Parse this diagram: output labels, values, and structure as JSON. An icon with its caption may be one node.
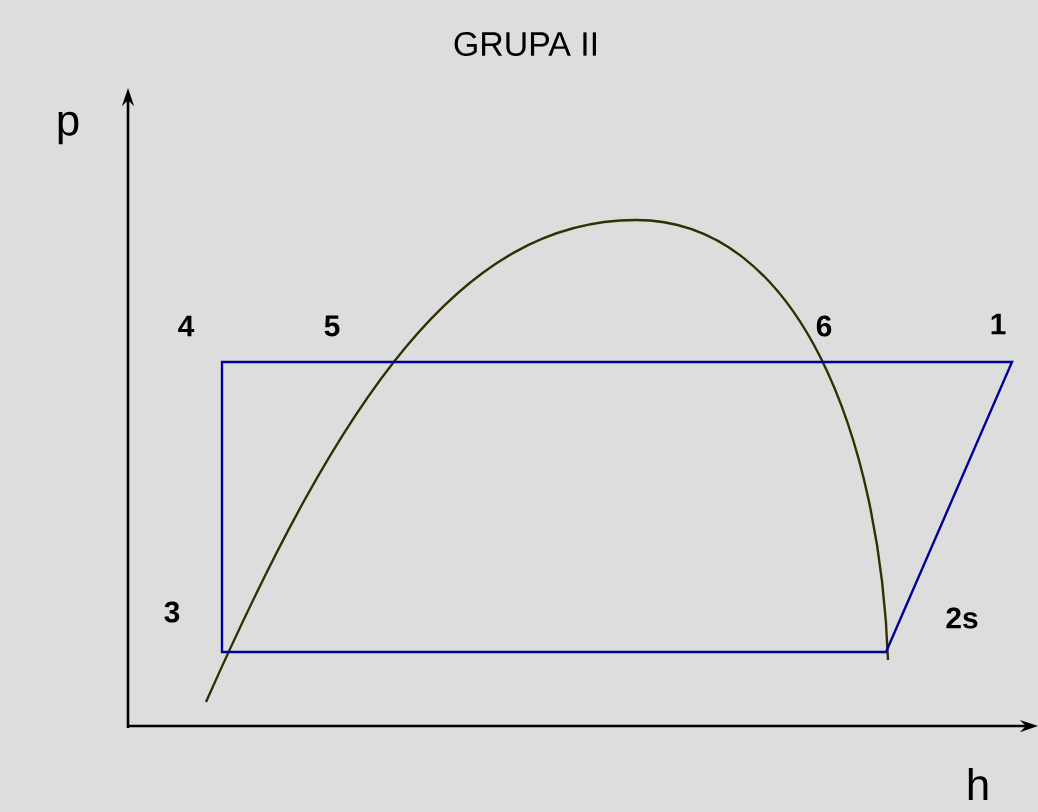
{
  "diagram": {
    "title": "GRUPA II",
    "labels": [
      "p",
      "4",
      "5",
      "6",
      "1",
      "3",
      "2s",
      "h"
    ]
  }
}
